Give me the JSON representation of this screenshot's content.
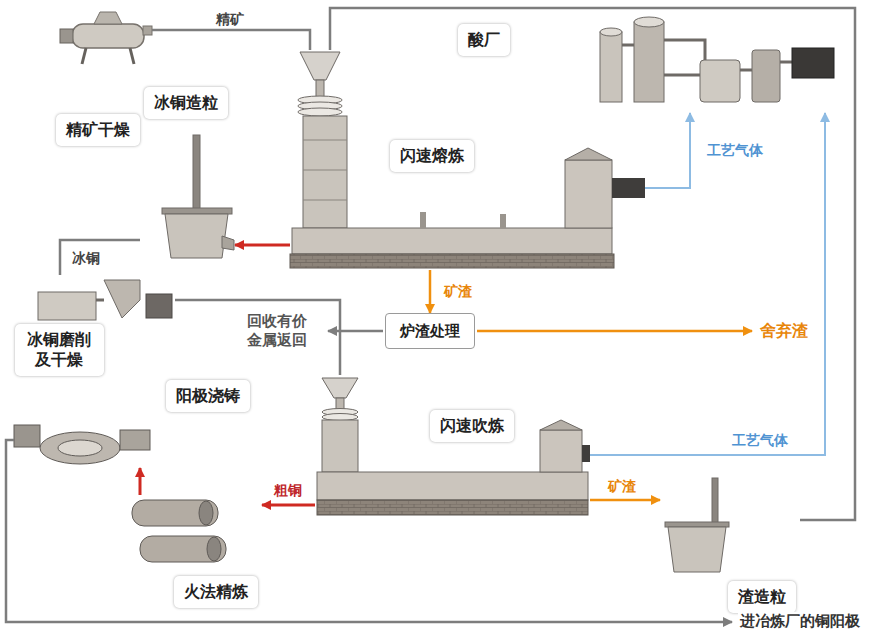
{
  "diagram": {
    "nodes": [
      {
        "text": [
          "精矿干燥"
        ]
      },
      {
        "text": [
          "酸厂"
        ]
      },
      {
        "text": [
          "闪速熔炼"
        ]
      },
      {
        "text": [
          "冰铜造粒"
        ]
      },
      {
        "text": [
          "炉渣处理"
        ]
      },
      {
        "text": [
          "冰铜磨削 及干燥"
        ]
      },
      {
        "text": [
          "闪速吹炼"
        ]
      },
      {
        "text": [
          "阳极浇铸"
        ]
      },
      {
        "text": [
          "火法精炼"
        ]
      },
      {
        "text": [
          "渣造粒"
        ]
      }
    ],
    "edges": [
      {
        "from": 0,
        "to": 2,
        "label": "精矿",
        "arrow": "none"
      },
      {
        "from": 2,
        "to": 3,
        "arrow": "to"
      },
      {
        "from": 3,
        "to": 5,
        "label": "冰铜",
        "arrow": "none"
      },
      {
        "from": 5,
        "to": 6,
        "arrow": "none"
      },
      {
        "from": 2,
        "to": 4,
        "label": "矿渣",
        "arrow": "to"
      },
      {
        "from": 2,
        "to": 1,
        "label": "工艺气体",
        "arrow": "to"
      },
      {
        "from": 6,
        "to": 1,
        "label": "工艺气体",
        "arrow": "to"
      },
      {
        "from": 6,
        "to": 8,
        "label": "粗铜",
        "arrow": "to"
      },
      {
        "from": 8,
        "to": 7,
        "arrow": "to"
      },
      {
        "from": 6,
        "to": 9,
        "label": "矿渣",
        "arrow": "to"
      },
      {
        "from": 9,
        "to": 2,
        "arrow": "none"
      }
    ],
    "labels": [
      "回收有价 金属返回",
      "舍弃渣",
      "进冶炼厂的铜阳极"
    ]
  }
}
